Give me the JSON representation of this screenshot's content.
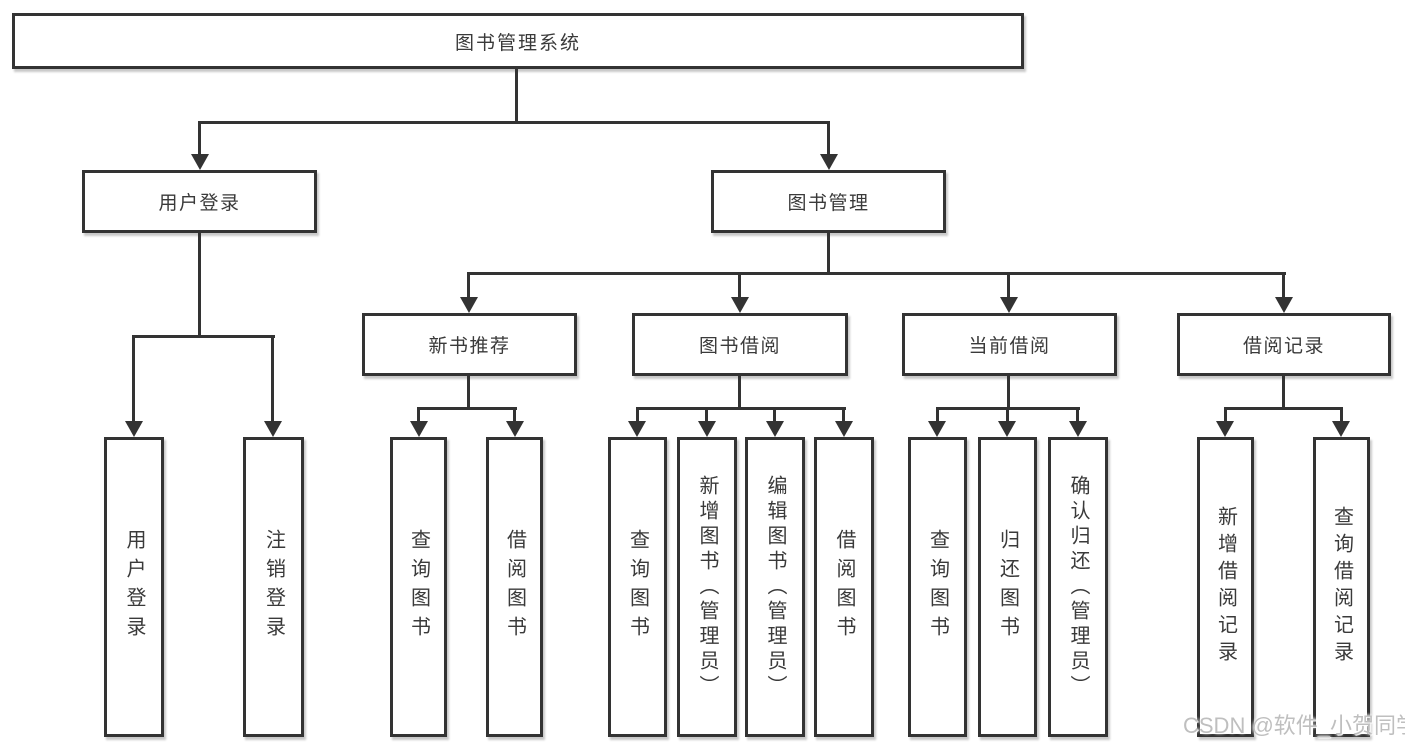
{
  "colors": {
    "line": "#333333",
    "text": "#3a3a3a",
    "watermark_text": "#bfbfbf",
    "background": "#ffffff"
  },
  "watermark": {
    "text": "CSDN @软件_小贺同学"
  },
  "diagram": {
    "type": "hierarchy-tree",
    "root": {
      "label": "图书管理系统"
    },
    "branches": [
      {
        "label": "用户登录",
        "children": [
          {
            "label": "用户登录"
          },
          {
            "label": "注销登录"
          }
        ]
      },
      {
        "label": "图书管理",
        "children": [
          {
            "label": "新书推荐",
            "children": [
              {
                "label": "查询图书"
              },
              {
                "label": "借阅图书"
              }
            ]
          },
          {
            "label": "图书借阅",
            "children": [
              {
                "label": "查询图书"
              },
              {
                "label": "新增图书（管理员）"
              },
              {
                "label": "编辑图书（管理员）"
              },
              {
                "label": "借阅图书"
              }
            ]
          },
          {
            "label": "当前借阅",
            "children": [
              {
                "label": "查询图书"
              },
              {
                "label": "归还图书"
              },
              {
                "label": "确认归还（管理员）"
              }
            ]
          },
          {
            "label": "借阅记录",
            "children": [
              {
                "label": "新增借阅记录"
              },
              {
                "label": "查询借阅记录"
              }
            ]
          }
        ]
      }
    ]
  }
}
